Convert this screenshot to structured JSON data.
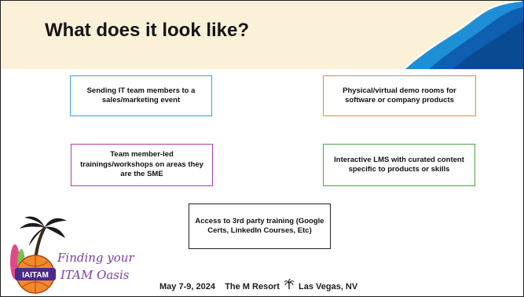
{
  "slide": {
    "title": "What does it look like?",
    "boxes": [
      "Sending IT team members to a sales/marketing event",
      "Physical/virtual demo rooms for software or company products",
      "Team member-led trainings/workshops on areas they are the SME",
      "Interactive LMS with curated content specific to products or skills",
      "Access to 3rd party training (Google Certs, LinkedIn Courses, Etc)"
    ],
    "box_colors": [
      "#3aa0dc",
      "#e0884a",
      "#b03da0",
      "#4ea44a",
      "#222222"
    ]
  },
  "branding": {
    "logo_badge": "IAITAM",
    "tagline_line1": "Finding your",
    "tagline_line2": "ITAM Oasis"
  },
  "footer": {
    "date": "May 7-9, 2024",
    "venue": "The M Resort",
    "location": "Las Vegas, NV",
    "separator_icon": "palm-tree-icon"
  }
}
